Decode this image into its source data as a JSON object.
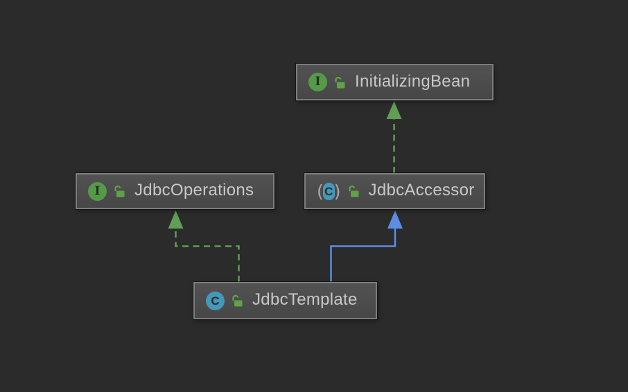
{
  "diagram": {
    "tool": "uml-class-diagram",
    "icons": {
      "paren_open": "(",
      "paren_close": ")"
    },
    "nodes": [
      {
        "label": "InitializingBean",
        "type": "interface",
        "type_letter": "I",
        "visibility": "public-open-lock"
      },
      {
        "label": "JdbcOperations",
        "type": "interface",
        "type_letter": "I",
        "visibility": "public-open-lock"
      },
      {
        "label": "JdbcAccessor",
        "type": "abstract-class",
        "type_letter": "C",
        "visibility": "public-open-lock"
      },
      {
        "label": "JdbcTemplate",
        "type": "class",
        "type_letter": "C",
        "visibility": "public-open-lock"
      }
    ],
    "edges": [
      {
        "from": "JdbcAccessor",
        "to": "InitializingBean",
        "relation": "implements",
        "line_style": "dashed",
        "color": "#5f9e54"
      },
      {
        "from": "JdbcTemplate",
        "to": "JdbcOperations",
        "relation": "implements",
        "line_style": "dashed",
        "color": "#5f9e54"
      },
      {
        "from": "JdbcTemplate",
        "to": "JdbcAccessor",
        "relation": "extends",
        "line_style": "solid",
        "color": "#5c8ee6"
      }
    ],
    "colors": {
      "background": "#2b2b2b",
      "node_fill_top": "#525252",
      "node_fill_bottom": "#474747",
      "node_border": "#7e7e7e",
      "label_text": "#c8c8c8",
      "interface_icon_green": "#559a48",
      "class_icon_blue": "#4597bb",
      "lock_green": "#5fa247",
      "implements_edge_green": "#5f9e54",
      "extends_edge_blue": "#5c8ee6"
    }
  }
}
